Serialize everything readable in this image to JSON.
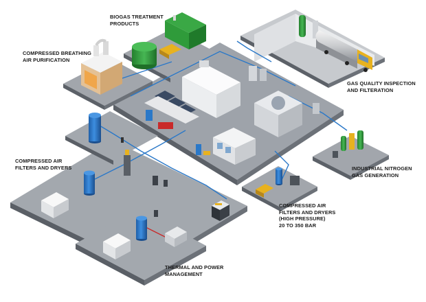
{
  "labels": {
    "biogas": [
      "BIOGAS TREATMENT",
      "PRODUCTS"
    ],
    "breathing": [
      "COMPRESSED BREATHING",
      "AIR PURIFICATION"
    ],
    "gas_quality": [
      "GAS QUALITY INSPECTION",
      "AND FILTERATION"
    ],
    "filters": [
      "COMPRESSED AIR",
      "FILTERS AND DRYERS"
    ],
    "nitrogen": [
      "INDUSTRIAL NITROGEN",
      "GAS GENERATION"
    ],
    "high_pressure": [
      "COMPRESSED AIR",
      "FILTERS AND DRYERS",
      "(HIGH PRESSURE)",
      "20 TO 350 BAR"
    ],
    "thermal": [
      "THERMAL AND POWER",
      "MANAGEMENT"
    ]
  },
  "colors": {
    "platform_top": "#9a9fa6",
    "platform_side": "#5f646b",
    "pipe_blue": "#2a78c8",
    "pipe_red": "#c92a2a",
    "tank_blue": "#2b72c0",
    "biogas_green": "#2f9b3a",
    "nitrogen_green": "#3aa845",
    "machine_white": "#f2f3f5",
    "accent_yellow": "#e8b21f"
  }
}
